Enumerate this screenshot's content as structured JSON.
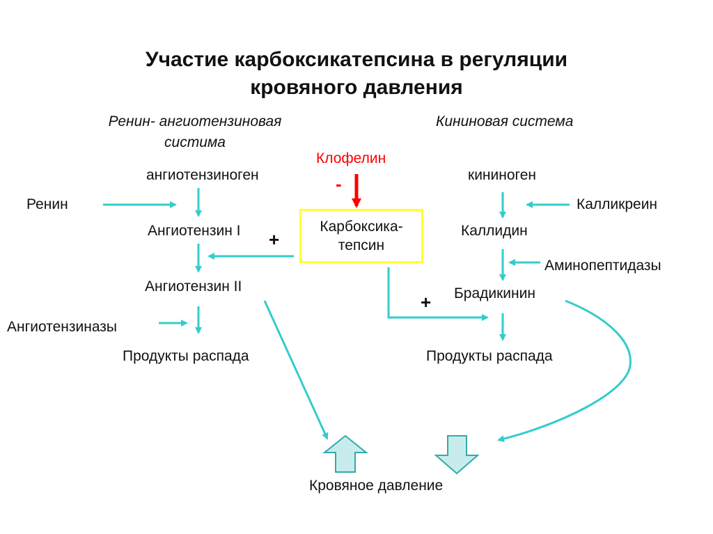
{
  "title": {
    "line1": "Участие карбоксикатепсина в регуляции",
    "line2": "кровяного давления"
  },
  "left_system": {
    "heading_line1": "Ренин- ангиотензиновая",
    "heading_line2": "систима",
    "nodes": {
      "angiotensinogen": "ангиотензиноген",
      "renin": "Ренин",
      "angiotensin1": "Ангиотензин I",
      "angiotensin2": "Ангиотензин II",
      "angiotensinases": "Ангиотензиназы",
      "breakdown": "Продукты распада"
    },
    "plus_sign": "+"
  },
  "right_system": {
    "heading": "Кининовая система",
    "nodes": {
      "kininogen": "кининоген",
      "kallikrein": "Калликреин",
      "kallidin": "Каллидин",
      "aminopeptidases": "Аминопептидазы",
      "bradykinin": "Брадикинин",
      "breakdown": "Продукты распада"
    },
    "plus_sign": "+"
  },
  "center": {
    "inhibitor": "Клофелин",
    "minus_sign": "-",
    "enzyme_line1": "Карбоксика-",
    "enzyme_line2": "тепсин"
  },
  "outcome": {
    "label": "Кровяное давление"
  },
  "colors": {
    "arrow": "#33cccc",
    "inhibitor": "#ff0000",
    "box_border": "#ffff33",
    "block_arrow_fill": "#c8ecec"
  }
}
